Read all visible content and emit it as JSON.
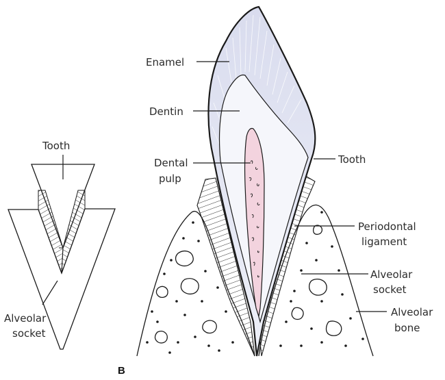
{
  "panel_letter": "B",
  "left_diagram": {
    "labels": {
      "tooth": "Tooth",
      "alveolar_socket_1": "Alveolar",
      "alveolar_socket_2": "socket"
    }
  },
  "right_diagram": {
    "labels": {
      "enamel": "Enamel",
      "dentin": "Dentin",
      "dental_pulp_1": "Dental",
      "dental_pulp_2": "pulp",
      "tooth": "Tooth",
      "periodontal_1": "Periodontal",
      "periodontal_2": "ligament",
      "alveolar_socket_1": "Alveolar",
      "alveolar_socket_2": "socket",
      "alveolar_bone_1": "Alveolar",
      "alveolar_bone_2": "bone"
    }
  },
  "colors": {
    "enamel": "#e4e6f2",
    "dentin": "#f4f5fa",
    "pulp": "#f3d3de",
    "ligament": "#cfd9cf",
    "outline": "#1a1a1a"
  }
}
